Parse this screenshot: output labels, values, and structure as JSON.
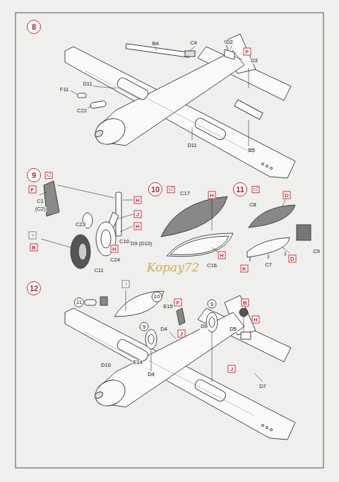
{
  "diagram": {
    "nodes": [
      {
        "text": [
          "8"
        ]
      },
      {
        "text": [
          "F"
        ]
      },
      {
        "text": [
          "9"
        ]
      },
      {
        "text": [
          "x2"
        ]
      },
      {
        "text": [
          "F"
        ]
      },
      {
        "text": [
          "H"
        ]
      },
      {
        "text": [
          "J"
        ]
      },
      {
        "text": [
          "H"
        ]
      },
      {
        "text": [
          "?"
        ]
      },
      {
        "text": [
          "B"
        ]
      },
      {
        "text": [
          "H"
        ]
      },
      {
        "text": [
          "10"
        ]
      },
      {
        "text": [
          "x2"
        ]
      },
      {
        "text": [
          "H"
        ]
      },
      {
        "text": [
          "H"
        ]
      },
      {
        "text": [
          "11"
        ]
      },
      {
        "text": [
          "x2"
        ]
      },
      {
        "text": [
          "D"
        ]
      },
      {
        "text": [
          "K"
        ]
      },
      {
        "text": [
          "D"
        ]
      },
      {
        "text": [
          "12"
        ]
      },
      {
        "text": [
          "?"
        ]
      },
      {
        "text": [
          "11"
        ]
      },
      {
        "text": [
          "10"
        ]
      },
      {
        "text": [
          "F"
        ]
      },
      {
        "text": [
          "J"
        ]
      },
      {
        "text": [
          "9"
        ]
      },
      {
        "text": [
          "B"
        ]
      },
      {
        "text": [
          "H"
        ]
      },
      {
        "text": [
          "9"
        ]
      },
      {
        "text": [
          "J"
        ]
      }
    ],
    "labels": [
      "B4",
      "C4",
      "D2",
      "D3",
      "F11",
      "D11",
      "C22",
      "B5",
      "D11",
      "C1",
      "(C2)",
      "C23",
      "C10",
      "D9 (D10)",
      "C24",
      "C11",
      "C17",
      "C16",
      "C8",
      "C9",
      "C7",
      "Kopay72",
      "E15",
      "D4",
      "D9",
      "D5",
      "D10",
      "E14",
      "D4",
      "D7"
    ]
  }
}
